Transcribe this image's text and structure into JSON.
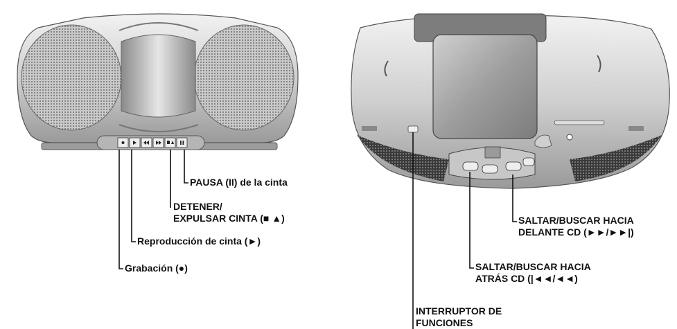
{
  "left_unit": {
    "buttons": [
      "record",
      "play",
      "rewind",
      "fast-forward",
      "stop-eject",
      "pause"
    ],
    "labels": {
      "pause": "PAUSA (II) de la cinta",
      "stop_eject_line1": "DETENER/",
      "stop_eject_line2": "EXPULSAR CINTA (■ ▲)",
      "play": "Reproducción de cinta (►)",
      "record": "Grabación (●)"
    }
  },
  "right_unit": {
    "labels": {
      "skip_forward_line1": "SALTAR/BUSCAR HACIA",
      "skip_forward_line2": "DELANTE CD (►►/►►|)",
      "skip_back_line1": "SALTAR/BUSCAR HACIA",
      "skip_back_line2": "ATRÁS CD (|◄◄/◄◄)",
      "function_line1": "INTERRUPTOR DE",
      "function_line2": "FUNCIONES"
    }
  }
}
